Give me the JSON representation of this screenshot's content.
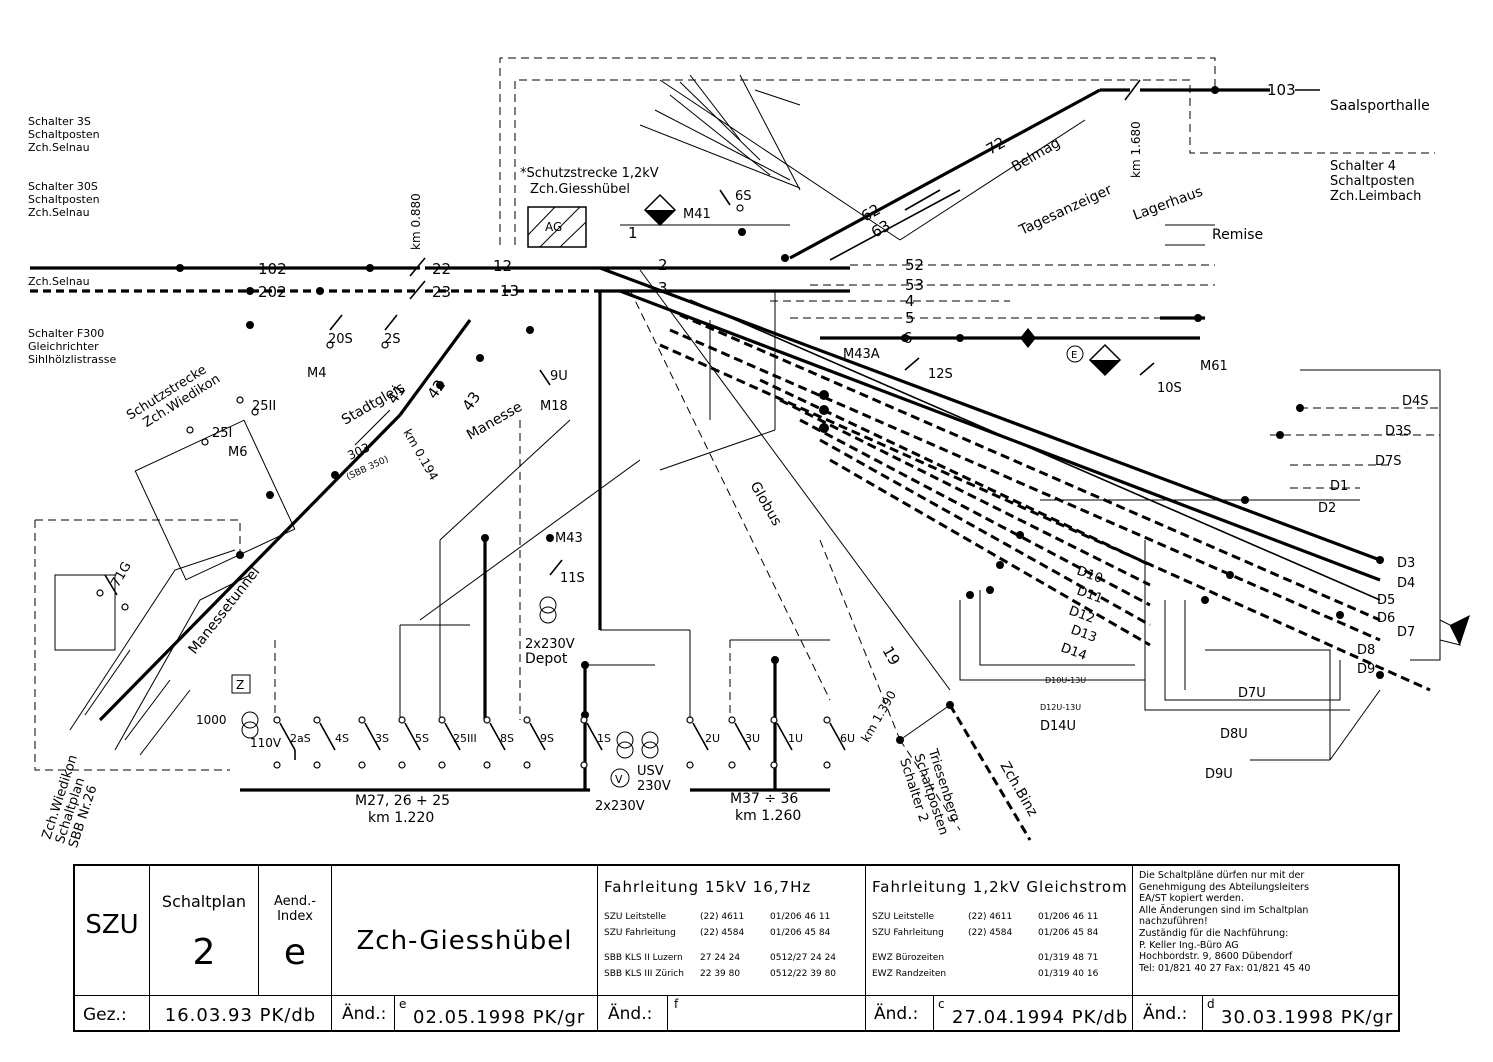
{
  "diagram": {
    "lines": {
      "102": "102",
      "202": "202",
      "22": "22",
      "23": "23",
      "12": "12",
      "13": "13",
      "2": "2",
      "3": "3",
      "52": "52",
      "53": "53",
      "4": "4",
      "5": "5",
      "6": "6",
      "103": "103",
      "72": "72",
      "62": "62",
      "63": "63"
    },
    "places": {
      "zch_selnau": "Zch.Selnau",
      "saalsporthalle": "Saalsporthalle",
      "belmag": "Belmag",
      "tagesanzeiger": "Tagesanzeiger",
      "lagerhaus": "Lagerhaus",
      "remise": "Remise",
      "stadtgleis": "Stadtgleis",
      "manesse": "Manesse",
      "manessetunnel": "Manessetunnel",
      "globus": "Globus",
      "zch_binz": "Zch.Binz",
      "depot": "Depot"
    },
    "notes": {
      "schalter_3s": [
        "Schalter 3S",
        "Schaltposten",
        "Zch.Selnau"
      ],
      "schalter_30s": [
        "Schalter 30S",
        "Schaltposten",
        "Zch.Selnau"
      ],
      "schalter_f300": [
        "Schalter F300",
        "Gleichrichter",
        "Sihlhölzlistrasse"
      ],
      "schalter_4": [
        "Schalter 4",
        "Schaltposten",
        "Zch.Leimbach"
      ],
      "schutzstrecke_giess": [
        "*Schutzstrecke 1,2kV",
        "Zch.Giesshübel"
      ],
      "schutzstrecke_wied": [
        "Schutzstrecke",
        "Zch.Wiedikon"
      ],
      "schalter_2": [
        "Schalter 2",
        "Schaltposten",
        "Triesenberg"
      ],
      "wiedikon_plan": [
        "Zch.Wiedikon",
        "Schaltplan",
        "SBB Nr.26"
      ]
    },
    "km": {
      "k0880": "km 0.880",
      "k1680": "km 1.680",
      "k0194": "km 0.194",
      "k1390": "km 1.390",
      "k303": "303",
      "k303b": "(SBB 350)"
    },
    "switches": {
      "s20s": "20S",
      "s2s": "2S",
      "s6s": "6S",
      "s12s": "12S",
      "s10s": "10S",
      "s9u": "9U",
      "s11s": "11S",
      "s71g": "71G",
      "s25i": "25I",
      "s25ii": "25II",
      "sd4s": "D4S",
      "sd3s": "D3S",
      "sd7s": "D7S",
      "sd7u": "D7U",
      "sd8u": "D8U",
      "sd9u": "D9U",
      "sd14u": "D14U",
      "sd10u": "D10U-13U",
      "sd12u": "D12U-13U"
    },
    "motors": {
      "m4": "M4",
      "m6": "M6",
      "m18": "M18",
      "m41": "M41",
      "m43": "M43",
      "m43a": "M43A",
      "m61": "M61"
    },
    "feeders": {
      "d1": "D1",
      "d2": "D2",
      "d3": "D3",
      "d4": "D4",
      "d5": "D5",
      "d6": "D6",
      "d7": "D7",
      "d8": "D8",
      "d9": "D9",
      "d10": "D10",
      "d11": "D11",
      "d12": "D12",
      "d13": "D13",
      "d14": "D14"
    },
    "bottom_switches": [
      "2aS",
      "4S",
      "3S",
      "5S",
      "25III",
      "8S",
      "9S",
      "1S",
      "2U",
      "3U",
      "1U",
      "6U"
    ],
    "groups": {
      "m27": "M27, 26 + 25",
      "m27km": "km 1.220",
      "m37": "M37 ÷ 36",
      "m37km": "km 1.260"
    },
    "supplies": {
      "v110": "110V",
      "v1000": "1000",
      "z": "Z",
      "v2x230": "2x230V",
      "v2x230depot": "2x230V",
      "usv": "USV",
      "usv230": "230V",
      "v": "V",
      "ag": "AG",
      "e": "E"
    },
    "misc": {
      "n1": "1",
      "n43": "43",
      "n41": "41",
      "n42": "42",
      "n19": "19"
    }
  },
  "title_block": {
    "company": "SZU",
    "plan_label": "Schaltplan",
    "plan_no": "2",
    "index_label": "Aend.-Index",
    "index_value": "e",
    "station": "Zch-Giesshübel",
    "ac": {
      "heading": "Fahrleitung 15kV 16,7Hz",
      "rows": [
        [
          "SZU Leitstelle",
          "(22) 4611",
          "01/206 46 11"
        ],
        [
          "SZU Fahrleitung",
          "(22) 4584",
          "01/206 45 84"
        ],
        [
          "SBB KLS II Luzern",
          "27 24 24",
          "0512/27 24 24"
        ],
        [
          "SBB KLS III Zürich",
          "22 39 80",
          "0512/22 39 80"
        ]
      ]
    },
    "dc": {
      "heading": "Fahrleitung 1,2kV Gleichstrom",
      "rows": [
        [
          "SZU Leitstelle",
          "(22) 4611",
          "01/206 46 11"
        ],
        [
          "SZU Fahrleitung",
          "(22) 4584",
          "01/206 45 84"
        ],
        [
          "EWZ Bürozeiten",
          "",
          "01/319 48 71"
        ],
        [
          "EWZ Randzeiten",
          "",
          "01/319 40 16"
        ]
      ]
    },
    "notice": [
      "Die Schaltpläne dürfen nur mit der",
      "Genehmigung des Abteilungsleiters",
      "EA/ST kopiert werden.",
      "Alle Änderungen sind im Schaltplan",
      "nachzuführen!",
      "Zuständig für die Nachführung:",
      "P. Keller Ing.-Büro AG",
      "Hochbordstr. 9, 8600 Dübendorf",
      "Tel: 01/821 40 27      Fax: 01/821 45 40"
    ],
    "bottom": {
      "gez_label": "Gez.:",
      "gez_value": "16.03.93 PK/db",
      "and_label": "Änd.:",
      "e_letter": "e",
      "e_value": "02.05.1998 PK/gr",
      "f_letter": "f",
      "f_value": "",
      "c_letter": "c",
      "c_value": "27.04.1994 PK/db",
      "d_letter": "d",
      "d_value": "30.03.1998 PK/gr"
    }
  }
}
